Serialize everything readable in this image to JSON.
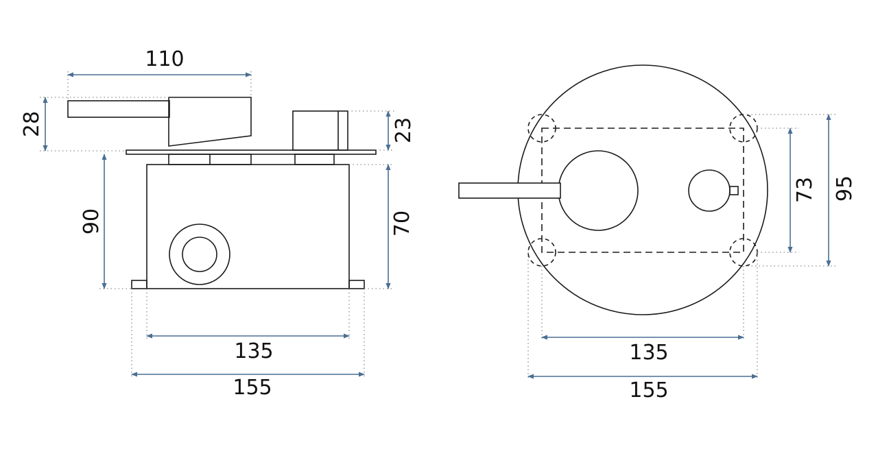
{
  "colors": {
    "outline": "#1a1a1a",
    "dimension_arrow": "#4a6f93",
    "extension_line": "#8a8a8a",
    "dimension_text": "#111111",
    "background": "#ffffff"
  },
  "side_view": {
    "dim_width_top": "110",
    "dim_height_handle": "28",
    "dim_height_knob": "23",
    "dim_height_body_left": "90",
    "dim_height_body_right": "70",
    "dim_width_body": "135",
    "dim_width_base": "155"
  },
  "front_view": {
    "dim_height_inner": "73",
    "dim_height_outer": "95",
    "dim_width_inner": "135",
    "dim_width_outer": "155"
  }
}
